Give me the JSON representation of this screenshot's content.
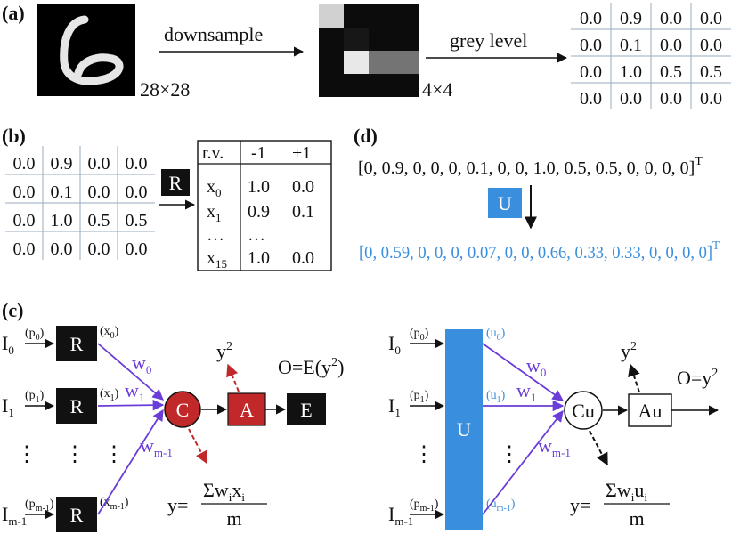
{
  "panels": {
    "a": "(a)",
    "b": "(b)",
    "c": "(c)",
    "d": "(d)"
  },
  "panel_a": {
    "downsample_label": "downsample",
    "grey_level_label": "grey level",
    "size_28": "28×28",
    "size_4": "4×4",
    "grid_levels": [
      0.9,
      0.05,
      0.05,
      0.05,
      0.05,
      0.1,
      0.05,
      0.05,
      0.05,
      1.0,
      0.5,
      0.5,
      0.05,
      0.05,
      0.05,
      0.05
    ],
    "matrix": [
      [
        "0.0",
        "0.9",
        "0.0",
        "0.0"
      ],
      [
        "0.0",
        "0.1",
        "0.0",
        "0.0"
      ],
      [
        "0.0",
        "1.0",
        "0.5",
        "0.5"
      ],
      [
        "0.0",
        "0.0",
        "0.0",
        "0.0"
      ]
    ]
  },
  "panel_b": {
    "matrix": [
      [
        "0.0",
        "0.9",
        "0.0",
        "0.0"
      ],
      [
        "0.0",
        "0.1",
        "0.0",
        "0.0"
      ],
      [
        "0.0",
        "1.0",
        "0.5",
        "0.5"
      ],
      [
        "0.0",
        "0.0",
        "0.0",
        "0.0"
      ]
    ],
    "r_box": "R",
    "table_header": [
      "r.v.",
      "-1",
      "+1"
    ],
    "table_rows": [
      {
        "var": "x",
        "sub": "0",
        "neg": "1.0",
        "pos": "0.0"
      },
      {
        "var": "x",
        "sub": "1",
        "neg": "0.9",
        "pos": "0.1"
      },
      {
        "var": "…",
        "sub": "",
        "neg": "…",
        "pos": ""
      },
      {
        "var": "x",
        "sub": "15",
        "neg": "1.0",
        "pos": "0.0"
      }
    ]
  },
  "panel_d": {
    "vector_top": "[0, 0.9, 0, 0, 0, 0.1, 0, 0, 1.0, 0.5, 0.5, 0, 0, 0, 0]",
    "vector_bottom": "[0, 0.59, 0, 0, 0, 0.07, 0, 0, 0.66, 0.33, 0.33, 0, 0, 0, 0]",
    "transpose": "T",
    "u_box": "U"
  },
  "panel_c_left": {
    "inputs": [
      "I",
      "I",
      "I"
    ],
    "input_subs": [
      "0",
      "1",
      "m-1"
    ],
    "prob_labels": [
      "(p",
      "(p",
      "(p"
    ],
    "prob_subs": [
      "0",
      "1",
      "m-1"
    ],
    "r_label": "R",
    "x_labels": [
      "(x",
      "(x",
      "(x"
    ],
    "x_subs": [
      "0",
      "1",
      "m-1"
    ],
    "weights": [
      "w",
      "w",
      "w"
    ],
    "weight_subs": [
      "0",
      "1",
      "m-1"
    ],
    "c_node": "C",
    "a_node": "A",
    "e_node": "E",
    "y2": "y",
    "output": "O=E(y",
    "formula_left": "y=",
    "formula_num": "Σw",
    "formula_den": "m",
    "dots": "⋮"
  },
  "panel_c_right": {
    "inputs": [
      "I",
      "I",
      "I"
    ],
    "input_subs": [
      "0",
      "1",
      "m-1"
    ],
    "prob_labels": [
      "(p",
      "(p",
      "(p"
    ],
    "prob_subs": [
      "0",
      "1",
      "m-1"
    ],
    "u_label": "U",
    "u_labels": [
      "(u",
      "(u",
      "(u"
    ],
    "u_subs": [
      "0",
      "1",
      "m-1"
    ],
    "weights": [
      "w",
      "w",
      "w"
    ],
    "weight_subs": [
      "0",
      "1",
      "m-1"
    ],
    "cu_node": "Cu",
    "au_node": "Au",
    "y2": "y",
    "output": "O=y",
    "formula_left": "y=",
    "formula_num": "Σw",
    "formula_den": "m",
    "dots": "⋮"
  },
  "colors": {
    "red": "#c0282a",
    "blue": "#3a8ede",
    "purple": "#6a3cd8",
    "black": "#111111",
    "grid_line": "#9aabbd"
  }
}
